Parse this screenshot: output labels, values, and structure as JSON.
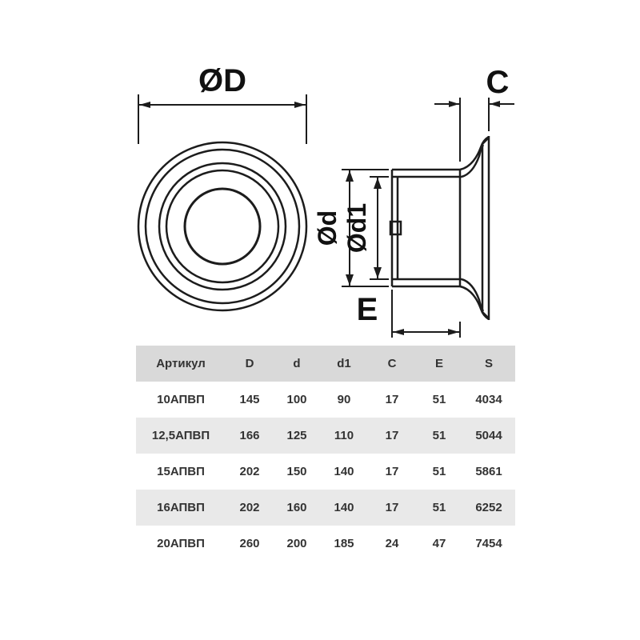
{
  "colors": {
    "line": "#1c1c1c",
    "table_header_bg": "#d9d9d9",
    "table_stripe_bg": "#e9e9e9",
    "table_text": "#333333"
  },
  "diagram": {
    "labels": {
      "D": "ØD",
      "d": "Ød",
      "d1": "Ød1",
      "C": "C",
      "E": "E"
    }
  },
  "table": {
    "headers": [
      "Артикул",
      "D",
      "d",
      "d1",
      "C",
      "E",
      "S"
    ],
    "rows": [
      [
        "10АПВП",
        "145",
        "100",
        "90",
        "17",
        "51",
        "4034"
      ],
      [
        "12,5АПВП",
        "166",
        "125",
        "110",
        "17",
        "51",
        "5044"
      ],
      [
        "15АПВП",
        "202",
        "150",
        "140",
        "17",
        "51",
        "5861"
      ],
      [
        "16АПВП",
        "202",
        "160",
        "140",
        "17",
        "51",
        "6252"
      ],
      [
        "20АПВП",
        "260",
        "200",
        "185",
        "24",
        "47",
        "7454"
      ]
    ]
  }
}
